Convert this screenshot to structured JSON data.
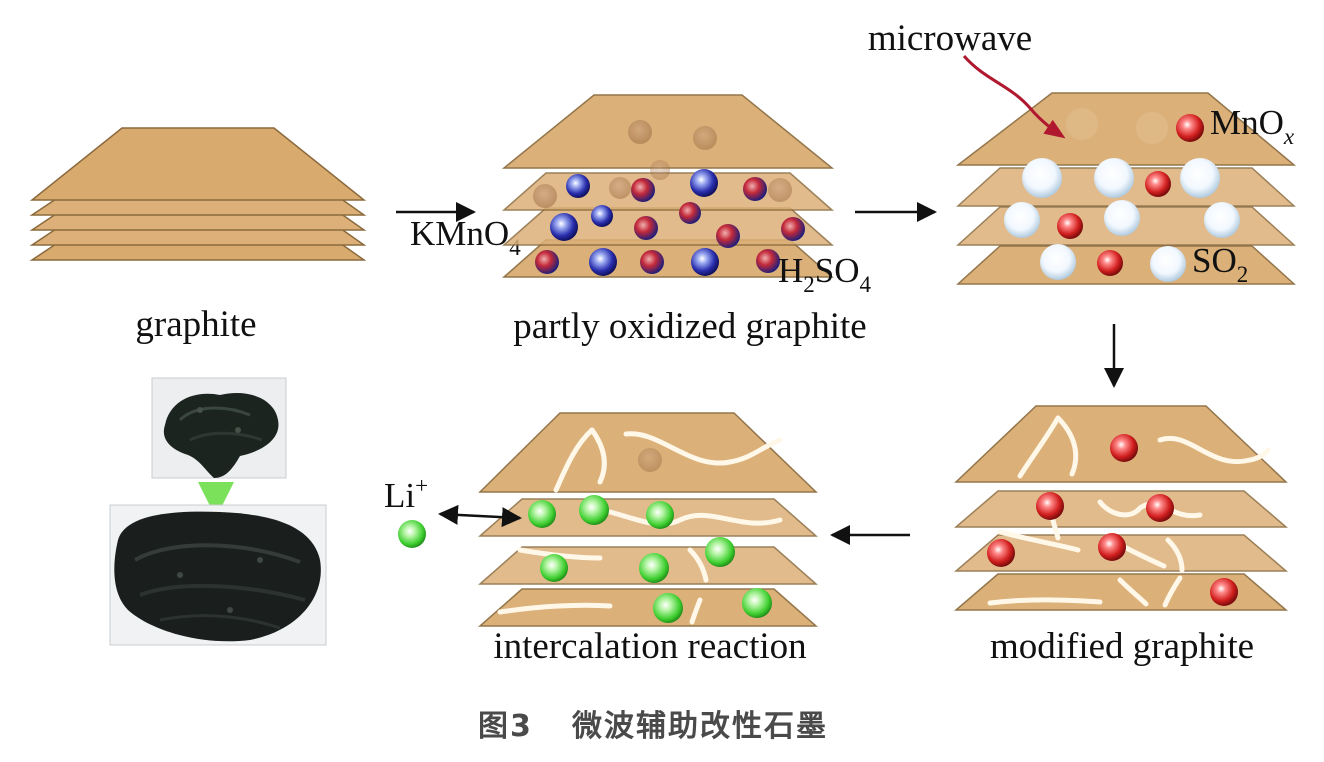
{
  "labels": {
    "graphite": "graphite",
    "partly": "partly oxidized graphite",
    "modified": "modified graphite",
    "intercalation": "intercalation reaction",
    "microwave": "microwave"
  },
  "chem": {
    "kmno4_main": "KMnO",
    "kmno4_sub": "4",
    "h2so4_h": "H",
    "h2so4_h_sub": "2",
    "h2so4_so": "SO",
    "h2so4_so_sub": "4",
    "mno": "MnO",
    "mno_sub": "x",
    "so2_main": "SO",
    "so2_sub": "2",
    "li_main": "Li",
    "li_sup": "+"
  },
  "caption": {
    "fig": "图3",
    "text": "微波辅助改性石墨"
  },
  "colors": {
    "sheet": "#d9aa6e",
    "sheet_edge": "#8a6a3c",
    "mn_ion": "#cc2222",
    "k_ion": "#1a1a8a",
    "li_ion": "#33cc33",
    "arrow_red": "#b01830"
  }
}
